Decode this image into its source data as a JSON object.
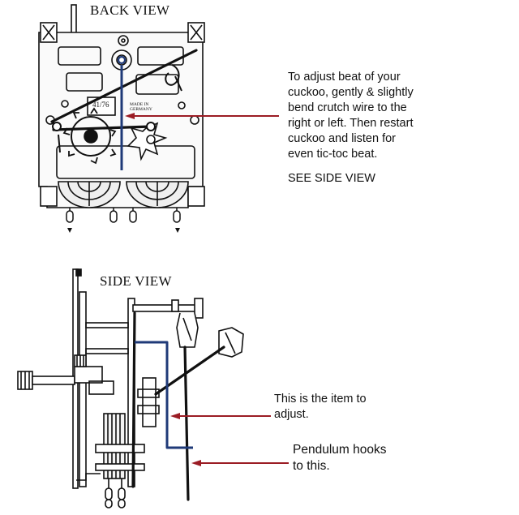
{
  "back_view": {
    "title": "BACK VIEW",
    "plate_number": "41/76",
    "plate_label": [
      "MADE IN",
      "GERMANY"
    ],
    "note_lines": [
      "To adjust beat of your",
      "cuckoo, gently & slightly",
      "bend crutch wire to the",
      "right or left. Then restart",
      "cuckoo and listen for",
      "even tic-toc beat."
    ],
    "see_side": "SEE SIDE VIEW"
  },
  "side_view": {
    "title": "SIDE VIEW",
    "item_note_lines": [
      "This is the item to",
      "adjust."
    ],
    "hook_note_lines": [
      "Pendulum hooks",
      "to this."
    ]
  },
  "colors": {
    "ink": "#111111",
    "crutch_wire": "#1f3a78",
    "pointer": "#9b1c24"
  }
}
